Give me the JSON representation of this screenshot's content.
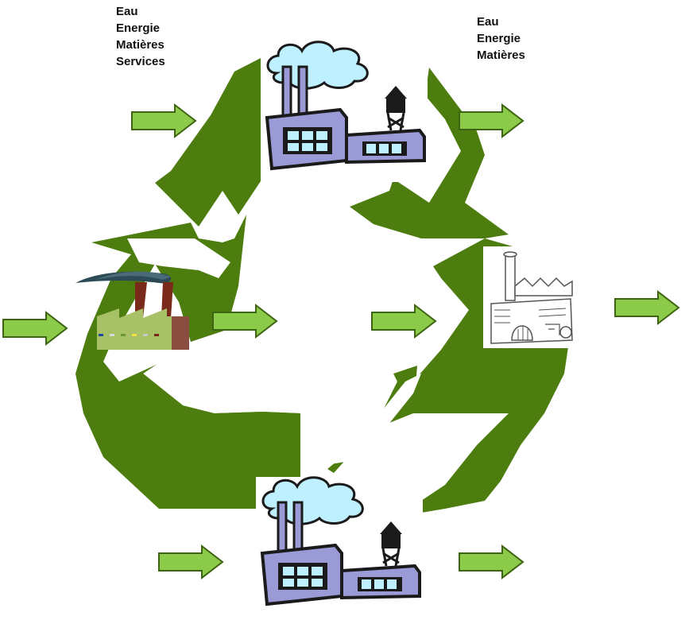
{
  "labels_left": [
    "Eau",
    "Energie",
    "Matières",
    "Services"
  ],
  "labels_right": [
    "Eau",
    "Energie",
    "Matières"
  ],
  "colors": {
    "cycle_green": "#4d7d0f",
    "arrow_fill": "#8ccb4a",
    "arrow_stroke": "#3d6410",
    "factory_body": "#9a9ad6",
    "factory_outline": "#1a1a1a",
    "smoke": "#bff0ff"
  },
  "icons": [
    "recycle-cycle",
    "factory-top-icon",
    "factory-left-icon",
    "factory-right-icon",
    "factory-bottom-icon",
    "input-arrow-icon",
    "output-arrow-icon"
  ]
}
